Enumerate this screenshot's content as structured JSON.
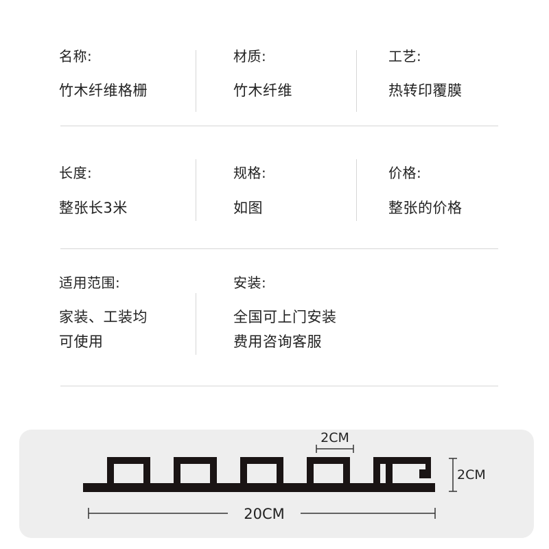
{
  "specs": {
    "row1": {
      "name": {
        "label": "名称:",
        "value": "竹木纤维格栅"
      },
      "material": {
        "label": "材质:",
        "value": "竹木纤维"
      },
      "process": {
        "label": "工艺:",
        "value": "热转印覆膜"
      }
    },
    "row2": {
      "length": {
        "label": "长度:",
        "value": "整张长3米"
      },
      "spec": {
        "label": "规格:",
        "value": "如图"
      },
      "price": {
        "label": "价格:",
        "value": "整张的价格"
      }
    },
    "row3": {
      "scope": {
        "label": "适用范围:",
        "value_line1": "家装、工装均",
        "value_line2": "可使用"
      },
      "install": {
        "label": "安装:",
        "value_line1": "全国可上门安装",
        "value_line2": "费用咨询客服"
      }
    }
  },
  "diagram": {
    "slot_width_label": "2CM",
    "height_label": "2CM",
    "total_width_label": "20CM",
    "profile_color": "#1a1414",
    "panel_color": "#eeeeee"
  }
}
